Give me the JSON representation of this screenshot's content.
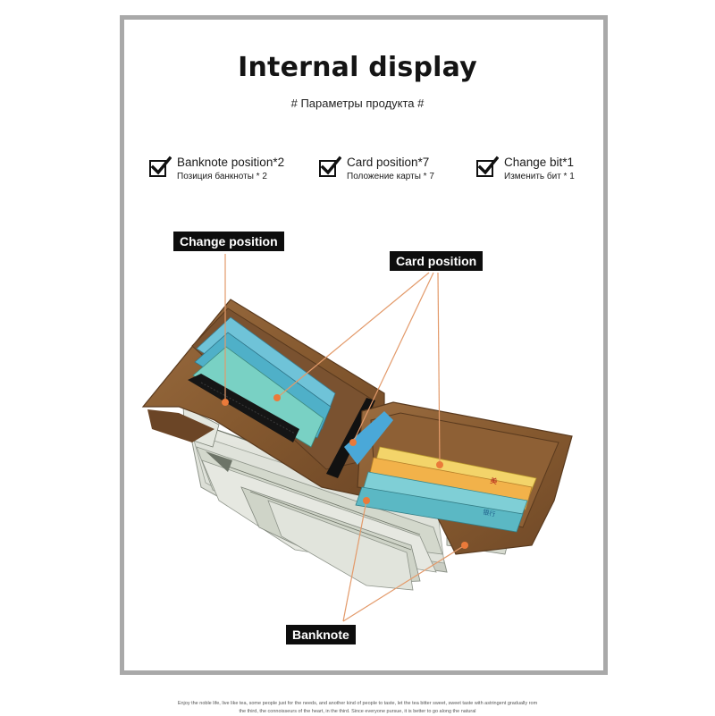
{
  "heading": {
    "title": "Internal display",
    "subtitle": "# Параметры продукта #"
  },
  "features": [
    {
      "en": "Banknote position*2",
      "ru": "Позиция банкноты * 2",
      "icon": "checkbox-check-icon"
    },
    {
      "en": "Card position*7",
      "ru": "Положение карты * 7",
      "icon": "checkbox-check-icon"
    },
    {
      "en": "Change bit*1",
      "ru": "Изменить бит * 1",
      "icon": "checkbox-check-icon"
    }
  ],
  "callouts": {
    "change_position": "Change position",
    "card_position": "Card position",
    "banknote": "Banknote"
  },
  "card_print": {
    "card_a": "美",
    "card_b": "银行"
  },
  "footer": {
    "line1": "Enjoy the noble life, live like tea, some people just for the needs, and another kind of people to taste, let the tea bitter sweet, sweet taste with astringent gradually rom",
    "line2": "the third, the connoisseurs of the heart, in the third. Since everyone pursue, it is better to go along the natural"
  },
  "colors": {
    "leather": "#8a5f36",
    "leather_dark": "#6b4526",
    "callout_line": "#e39a6a",
    "frame": "#a9a9a9"
  }
}
